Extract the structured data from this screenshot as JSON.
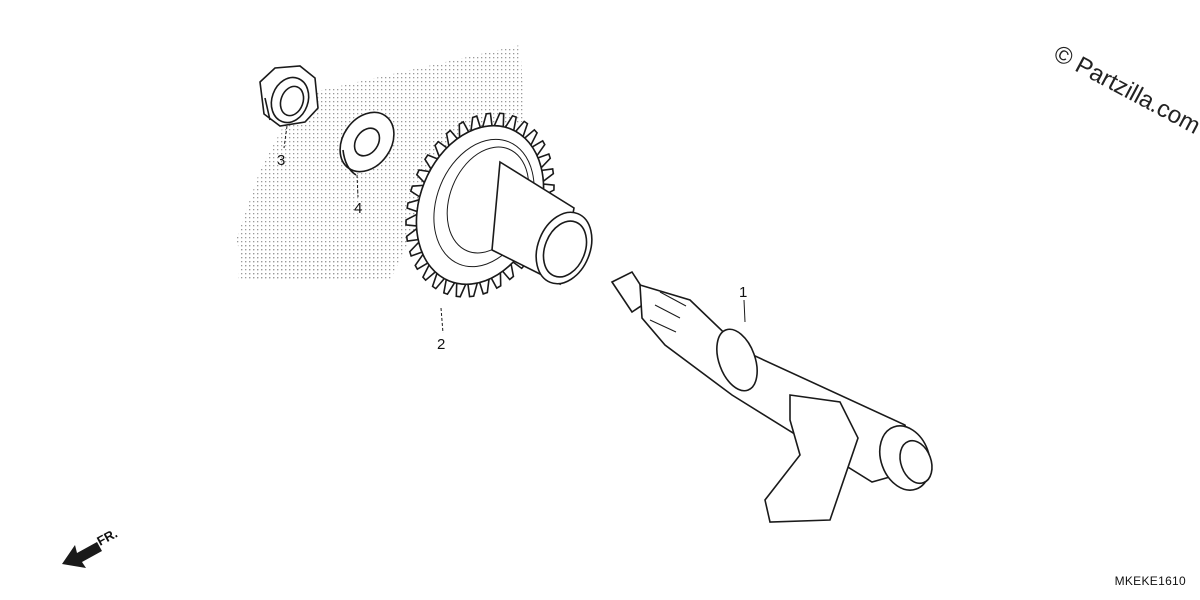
{
  "watermark": "© Partzilla.com",
  "diagram_code": "MKEKE1610",
  "front_indicator": "FR.",
  "callouts": {
    "shaft": "1",
    "gear": "2",
    "nut": "3",
    "washer": "4"
  },
  "colors": {
    "line": "#1a1a1a",
    "halftone": "#b5b5b5"
  }
}
